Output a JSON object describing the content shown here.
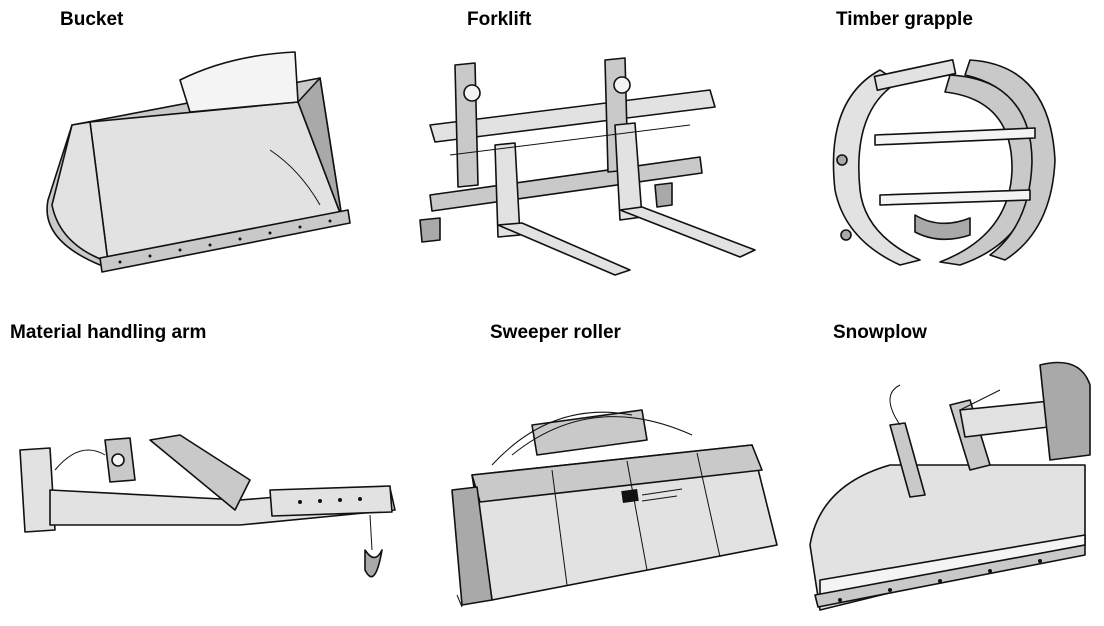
{
  "attachments": [
    {
      "label": "Bucket",
      "icon": "bucket-illustration"
    },
    {
      "label": "Forklift",
      "icon": "forklift-illustration"
    },
    {
      "label": "Timber grapple",
      "icon": "timber-grapple-illustration"
    },
    {
      "label": "Material handling arm",
      "icon": "material-handling-arm-illustration"
    },
    {
      "label": "Sweeper roller",
      "icon": "sweeper-roller-illustration"
    },
    {
      "label": "Snowplow",
      "icon": "snowplow-illustration"
    }
  ]
}
